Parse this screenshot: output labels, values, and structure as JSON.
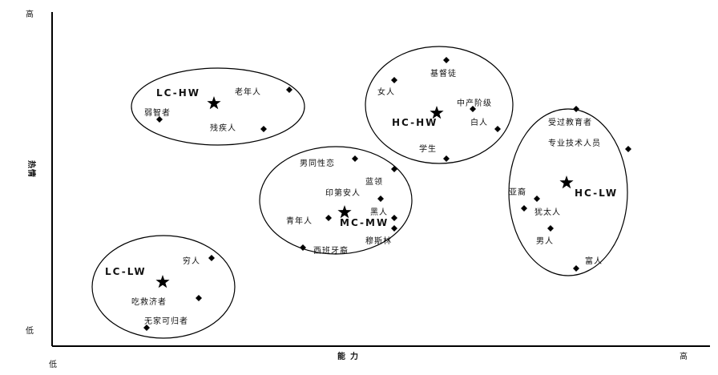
{
  "axes": {
    "x_label": "能力",
    "y_label": "热情",
    "x_low": "低",
    "x_high": "高",
    "y_low": "低",
    "y_high": "高"
  },
  "groups": [
    {
      "name": "LC-HW",
      "members": [
        {
          "label": "老年人"
        },
        {
          "label": "弱智者"
        },
        {
          "label": "残疾人"
        }
      ]
    },
    {
      "name": "HC-HW",
      "members": [
        {
          "label": "基督徒"
        },
        {
          "label": "女人"
        },
        {
          "label": "中产阶级"
        },
        {
          "label": "白人"
        },
        {
          "label": "学生"
        }
      ]
    },
    {
      "name": "MC-MW",
      "members": [
        {
          "label": "男同性恋"
        },
        {
          "label": "蓝领"
        },
        {
          "label": "印第安人"
        },
        {
          "label": "黑人"
        },
        {
          "label": "青年人"
        },
        {
          "label": "穆斯林"
        },
        {
          "label": "西班牙裔"
        }
      ]
    },
    {
      "name": "HC-LW",
      "members": [
        {
          "label": "受过教育者"
        },
        {
          "label": "专业技术人员"
        },
        {
          "label": "亚裔"
        },
        {
          "label": "犹太人"
        },
        {
          "label": "男人"
        },
        {
          "label": "富人"
        }
      ]
    },
    {
      "name": "LC-LW",
      "members": [
        {
          "label": "穷人"
        },
        {
          "label": "吃救济者"
        },
        {
          "label": "无家可归者"
        }
      ]
    }
  ]
}
